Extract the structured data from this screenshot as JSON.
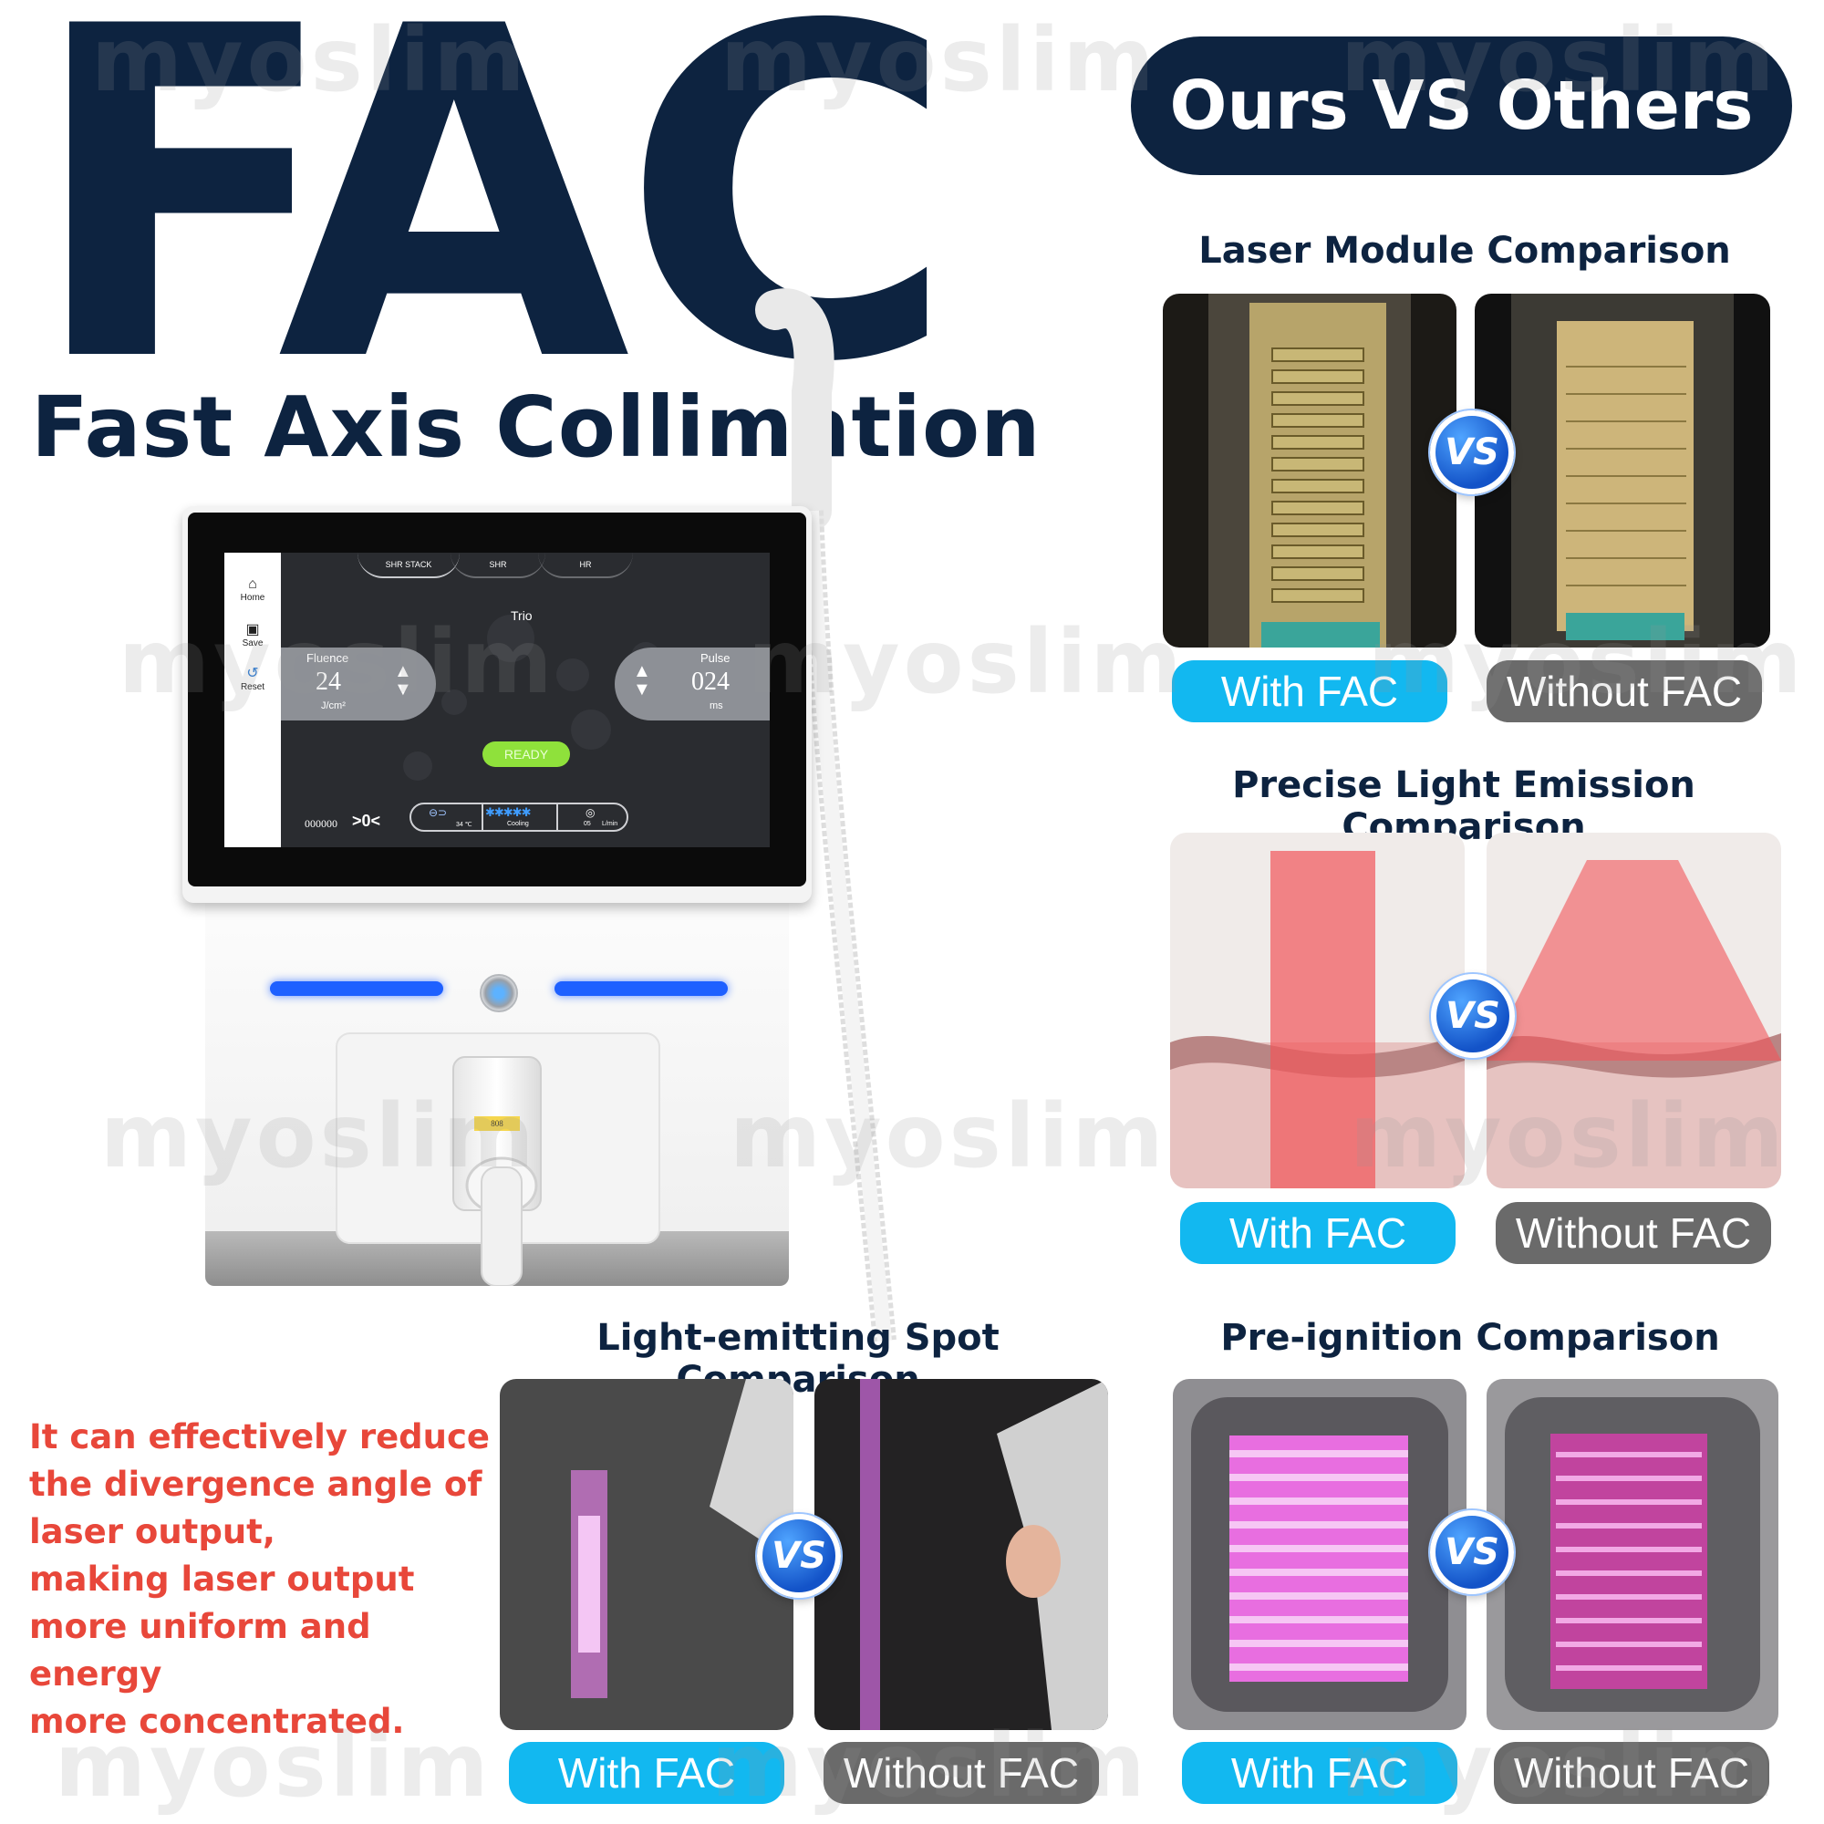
{
  "brand_watermark": "myoslim",
  "headline": {
    "main": "FAC",
    "subtitle": "Fast Axis Collimation",
    "comparison_title": "Ours VS Others"
  },
  "vs_label": "VS",
  "labels": {
    "with": "With FAC",
    "without": "Without FAC"
  },
  "sections": {
    "laser_module": "Laser Module Comparison",
    "light_emission": "Precise Light Emission Comparison",
    "spot": "Light-emitting Spot Comparison",
    "pre_ignition": "Pre-ignition Comparison"
  },
  "description": [
    "It can effectively reduce",
    "the divergence angle of",
    "laser output,",
    "making laser output",
    "more uniform and energy",
    "more concentrated."
  ],
  "device_screen": {
    "tabs": [
      "SHR STACK",
      "SHR",
      "HR"
    ],
    "mode": "Trio",
    "sidebar": [
      "Home",
      "Save",
      "Reset"
    ],
    "fluence": {
      "label": "Fluence",
      "value": "24",
      "unit": "J/cm²"
    },
    "pulse": {
      "label": "Pulse",
      "value": "024",
      "unit": "ms"
    },
    "ready": "READY",
    "counter": "000000",
    "counter_suffix": ">0<",
    "temperature": "34 ℃",
    "cooling_label": "Cooling",
    "cooling_stars": "✱✱✱✱✱",
    "flow": "05",
    "flow_unit": "L/min"
  },
  "handle_tag": "808",
  "colors": {
    "navy": "#0d2340",
    "with_fac": "#12b8f0",
    "without_fac": "#6a6a6a",
    "description_red": "#e8473a",
    "vs_blue": "#1353c8"
  }
}
